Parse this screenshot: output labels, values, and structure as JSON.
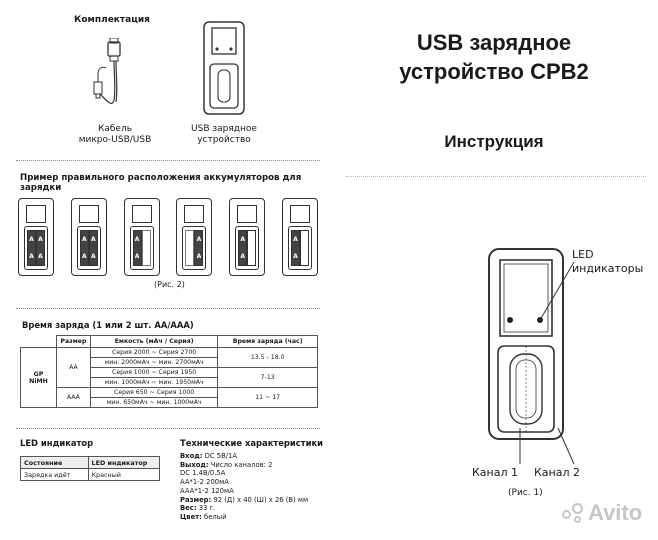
{
  "left": {
    "kit": {
      "title": "Комплектация",
      "cable_label_1": "Кабель",
      "cable_label_2": "микро-USB/USB",
      "charger_label_1": "USB зарядное",
      "charger_label_2": "устройство"
    },
    "placement": {
      "title": "Пример правильного расположения аккумуляторов для зарядки",
      "fig_caption": "(Рис. 2)",
      "cell_letter": "A"
    },
    "charge_time": {
      "title": "Время заряда (1 или 2 шт. AA/AAA)",
      "headers": [
        "Размер",
        "Емкость (мАч / Серия)",
        "Время заряда (час)"
      ],
      "type_1": "GP",
      "type_2": "NiMH",
      "size_aa": "AA",
      "size_aaa": "AAA",
      "rows": [
        {
          "capacity": "Серия 2000 ~ Серия 2700"
        },
        {
          "capacity": "мин. 2000мАч ~ мин. 2700мАч"
        },
        {
          "capacity": "Серия 1000 ~ Серия 1950"
        },
        {
          "capacity": "мин. 1000мАч ~ мин. 1950мАч"
        },
        {
          "capacity": "Серия 650 ~ Серия 1000"
        },
        {
          "capacity": "мин. 650мАч ~ мин. 1000мАч"
        }
      ],
      "times": [
        "13.5 - 18.0",
        "7-13",
        "11 ~ 17"
      ]
    },
    "led": {
      "title": "LED индикатор",
      "headers": [
        "Состояние",
        "LED индикатор"
      ],
      "rows": [
        {
          "state": "Зарядка идёт",
          "led": "Красный"
        }
      ]
    },
    "specs": {
      "title": "Технические характеристики",
      "input_label": "Вход:",
      "input_value": "DC 5В/1А",
      "output_label": "Выход:",
      "output_value": "Число каналов: 2",
      "out_line_2": "DC 1.4В/0.5А",
      "out_line_3": "AA*1-2 200мА",
      "out_line_4": "AAA*1-2 120мА",
      "size_label": "Размер:",
      "size_value": "92 (Д) х 40 (Ш) х 26 (В) мм",
      "weight_label": "Вес:",
      "weight_value": "33 г.",
      "color_label": "Цвет:",
      "color_value": "белый"
    }
  },
  "right": {
    "title_1": "USB зарядное",
    "title_2": "устройство CPB2",
    "subtitle": "Инструкция",
    "led_label_1": "LED",
    "led_label_2": "индикаторы",
    "channel_1": "Канал 1",
    "channel_2": "Канал 2",
    "fig_caption": "(Рис. 1)"
  },
  "watermark": "Avito"
}
